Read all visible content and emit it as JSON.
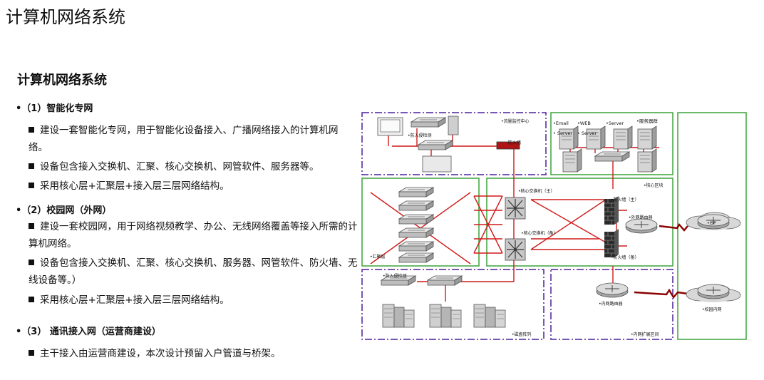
{
  "page": {
    "title": "计算机网络系统"
  },
  "section": {
    "title": "计算机网络系统",
    "groups": [
      {
        "heading": "•（1）智能化专网",
        "items": [
          "建设一套智能化专网，用于智能化设备接入、广播网络接入的计算机网络。",
          "设备包含接入交换机、汇聚、核心交换机、网管软件、服务器等。",
          "采用核心层+汇聚层+接入层三层网络结构。"
        ]
      },
      {
        "heading": "•（2）校园网（外网）",
        "items": [
          "建设一套校园网，用于网络视频教学、办公、无线网络覆盖等接入所需的计算机网络。",
          "设备包含接入交换机、汇聚、核心交换机、服务器、网管软件、防火墙、无线设备等。）",
          "采用核心层+汇聚层+接入层三层网络结构。"
        ]
      },
      {
        "heading": "•（3） 通讯接入网（运营商建设）",
        "items": [
          "主干接入由运营商建设，本次设计预留入户管道与桥架。"
        ]
      }
    ]
  },
  "diagram": {
    "labels": {
      "flow_monitor": "•流量监控中心",
      "access_detect_top": "•防入侵检测",
      "firewall_top": "防火墙",
      "email": "•Email",
      "server_a": "• Server",
      "web": "•WEB",
      "server_b": "• Server",
      "server_c": "•Server",
      "server_group": "•服务器群",
      "core_block": "•核心区块",
      "core_switch_main": "•核心交换机（主）",
      "core_switch_backup": "•核心交换机（备）",
      "firewall_main": "•防火墙（主）",
      "firewall_backup": "•防火墙（备）",
      "ext_router": "•外网路由器",
      "isp": "•ISP",
      "aggregation": "•汇聚层",
      "access_detect_bottom": "•防入侵检测",
      "disk_array": "•磁盘阵列",
      "int_router": "•内网路由器",
      "intranet_zone": "•内网扩展区间",
      "campus_intranet": "•校园内网"
    }
  }
}
